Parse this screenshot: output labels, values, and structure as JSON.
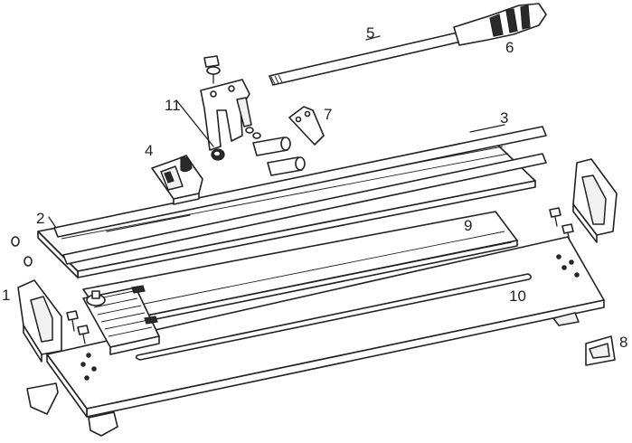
{
  "diagram": {
    "labels": [
      {
        "id": "1",
        "text": "1"
      },
      {
        "id": "2",
        "text": "2"
      },
      {
        "id": "3",
        "text": "3"
      },
      {
        "id": "4",
        "text": "4"
      },
      {
        "id": "5",
        "text": "5"
      },
      {
        "id": "6",
        "text": "6"
      },
      {
        "id": "7",
        "text": "7"
      },
      {
        "id": "8",
        "text": "8"
      },
      {
        "id": "9",
        "text": "9"
      },
      {
        "id": "10",
        "text": "10"
      },
      {
        "id": "11",
        "text": "11"
      }
    ]
  }
}
